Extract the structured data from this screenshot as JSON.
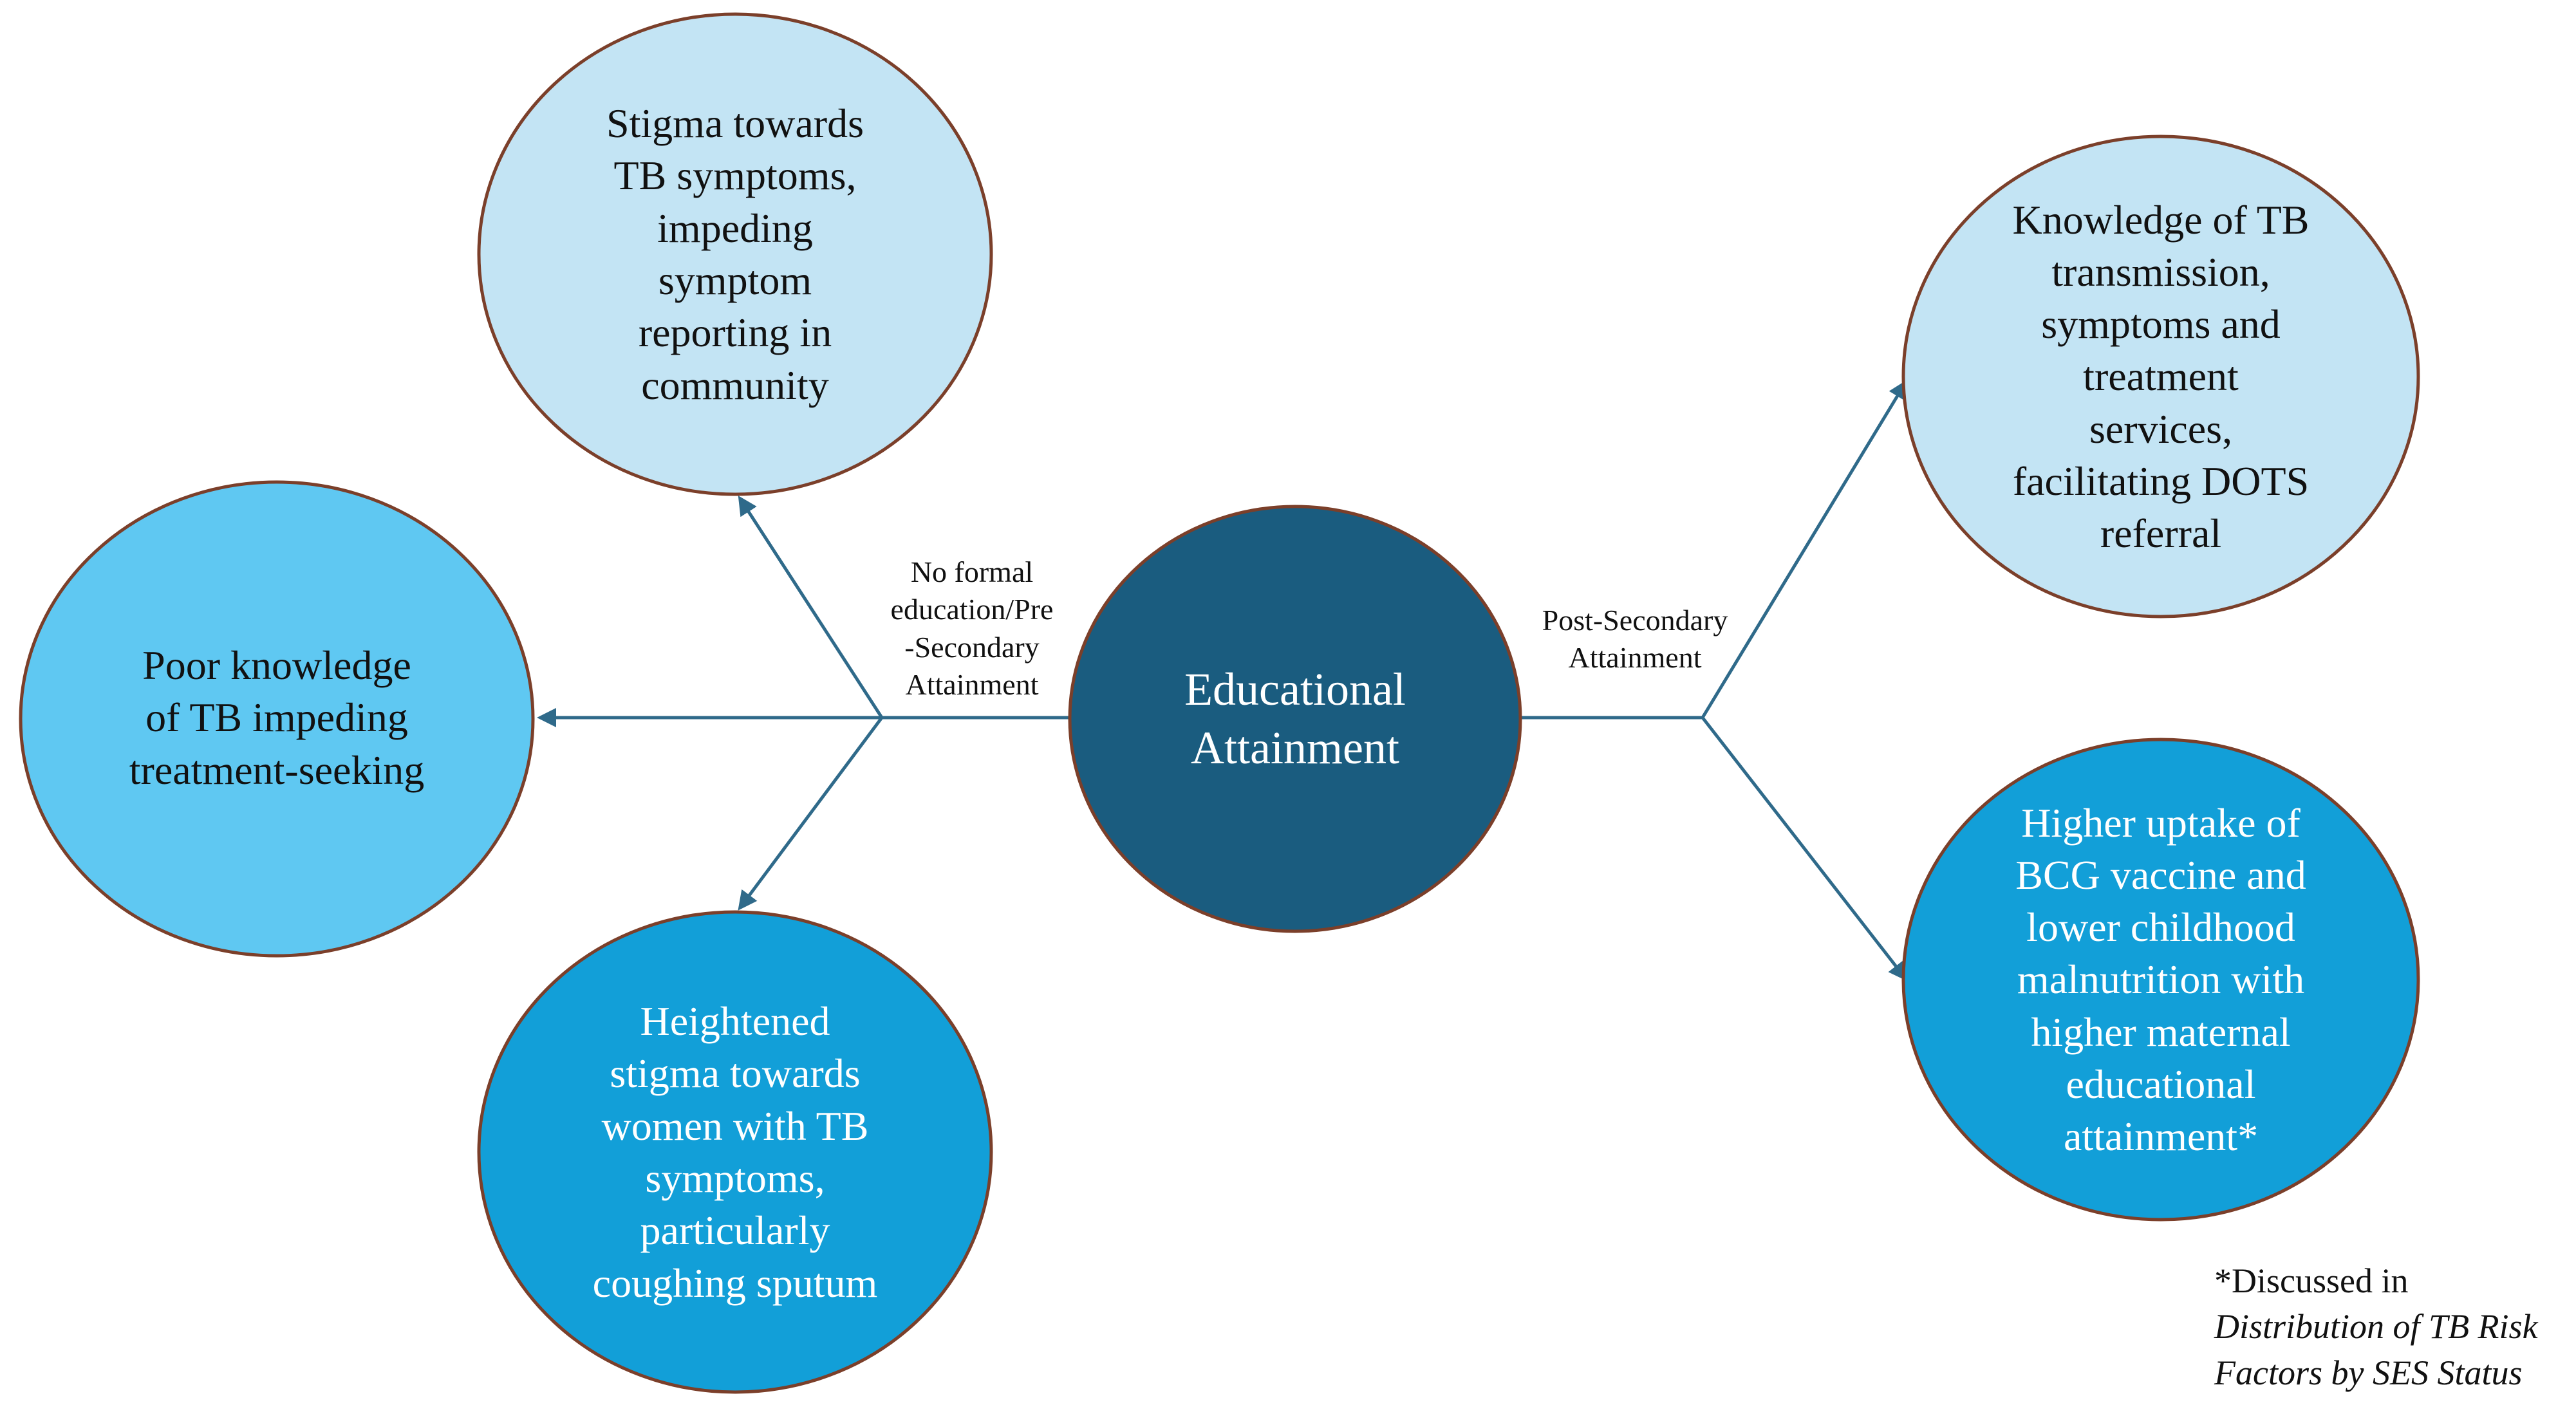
{
  "center": {
    "label": "Educational\nAttainment",
    "color": "#1a5c7f"
  },
  "branches": {
    "left_label": "No formal\neducation/Pre\n-Secondary\nAttainment",
    "right_label": "Post-Secondary\nAttainment"
  },
  "nodes": {
    "stigma_symptoms": "Stigma towards\nTB symptoms,\nimpeding\nsymptom\nreporting in\ncommunity",
    "poor_knowledge": "Poor knowledge\nof TB impeding\ntreatment-seeking",
    "heightened_stigma": "Heightened\nstigma towards\nwomen with TB\nsymptoms,\nparticularly\ncoughing sputum",
    "knowledge_tb": "Knowledge of TB\ntransmission,\nsymptoms and\ntreatment\nservices,\nfacilitating DOTS\nreferral",
    "higher_uptake": "Higher uptake of\nBCG vaccine and\nlower childhood\nmalnutrition with\nhigher maternal\neducational\nattainment*"
  },
  "footnote": {
    "prefix": "*Discussed in",
    "italic": "Distribution of TB Risk\nFactors by SES Status"
  },
  "colors": {
    "light_blue": "#c3e4f4",
    "mid_blue": "#5fc8f2",
    "deep_blue": "#129fd8",
    "outline": "#7b3f2a",
    "connector": "#2f6a8a"
  }
}
